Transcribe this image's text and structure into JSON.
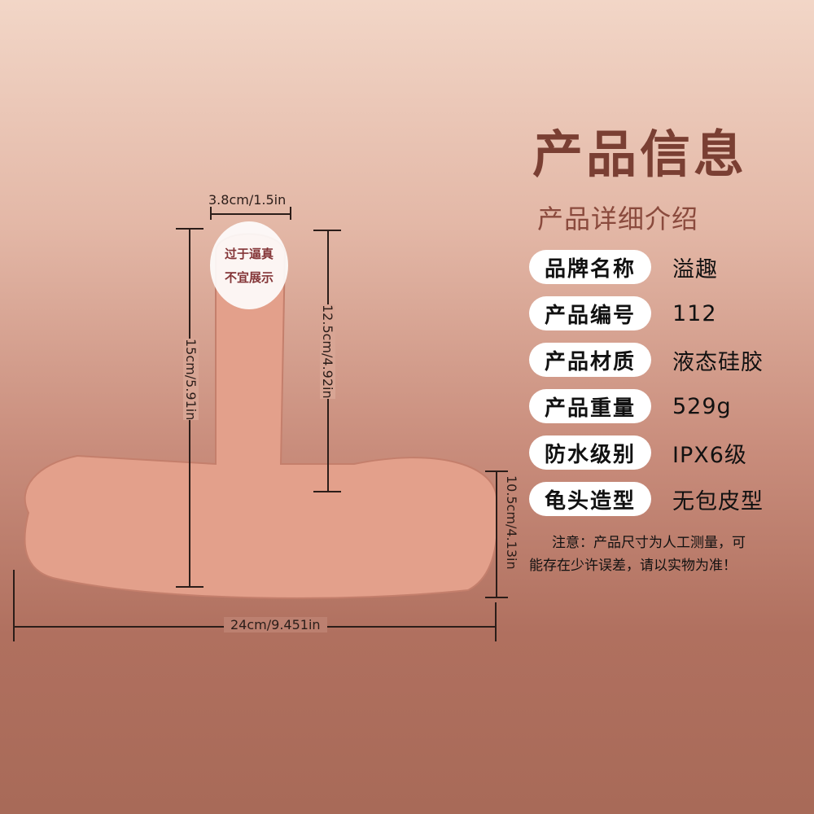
{
  "dimensions": {
    "tip_width": "3.8cm/1.5in",
    "total_height": "15cm/5.91in",
    "shaft_length": "12.5cm/4.92in",
    "base_height": "10.5cm/4.13in",
    "base_length": "24cm/9.451in"
  },
  "censor_badge": {
    "line1": "过于逼真",
    "line2": "不宜展示"
  },
  "info": {
    "title": "产品信息",
    "subtitle": "产品详细介绍",
    "specs": [
      {
        "key": "品牌名称",
        "value": "溢趣"
      },
      {
        "key": "产品编号",
        "value": "112"
      },
      {
        "key": "产品材质",
        "value": "液态硅胶"
      },
      {
        "key": "产品重量",
        "value": "529g"
      },
      {
        "key": "防水级别",
        "value": "IPX6级"
      },
      {
        "key": "龟头造型",
        "value": "无包皮型"
      }
    ],
    "note_line1": "注意：产品尺寸为人工测量，可",
    "note_line2": "能存在少许误差，请以实物为准！"
  },
  "colors": {
    "title": "#7a3f33",
    "subtitle": "#8a4a3d",
    "pill_bg": "#ffffff",
    "badge": "#ffffff",
    "badge_text": "#7a2a2f"
  }
}
